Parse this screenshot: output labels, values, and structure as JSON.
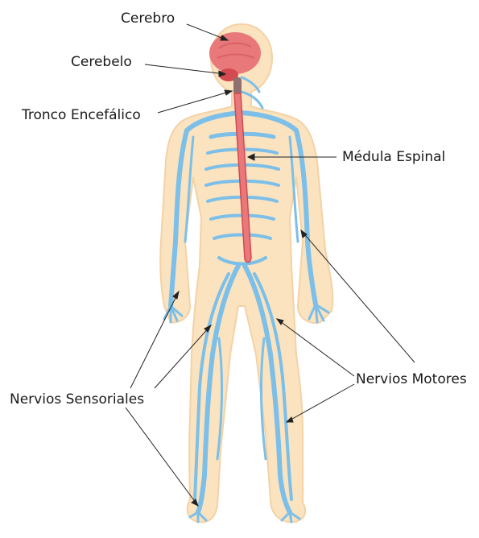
{
  "labels": {
    "cerebro": "Cerebro",
    "cerebelo": "Cerebelo",
    "tronco": "Tronco Encefálico",
    "medula": "Médula Espinal",
    "motores": "Nervios Motores",
    "sensoriales": "Nervios Sensoriales"
  },
  "colors": {
    "skin": "#fbe3c0",
    "nerve": "#7cbfe8",
    "nerve_dark": "#4f9fd6",
    "brain": "#e8787a",
    "brain_dark": "#d34a50",
    "stem": "#8f6f6f",
    "line": "#222222"
  }
}
